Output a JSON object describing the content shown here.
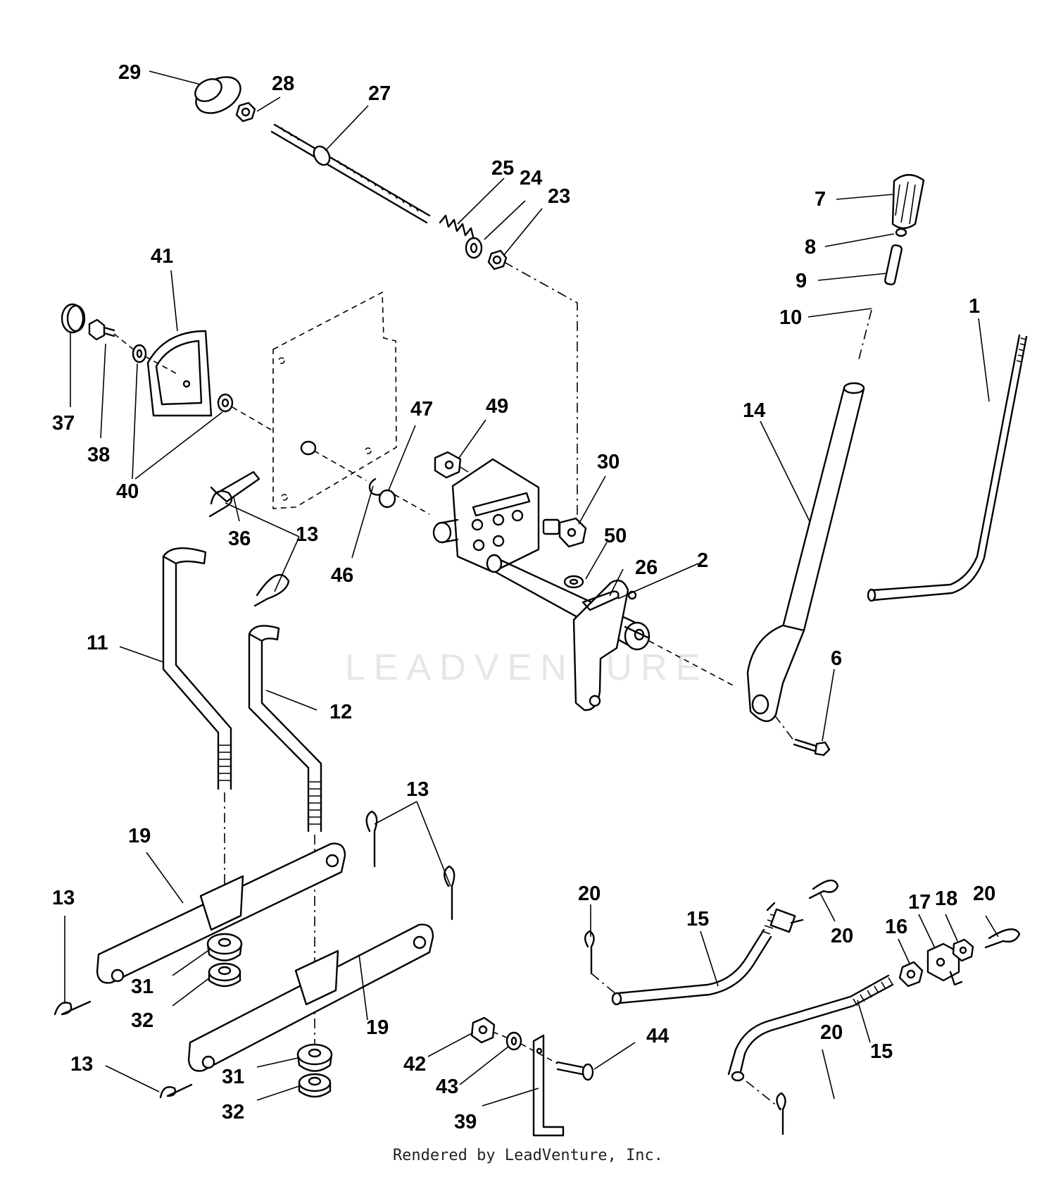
{
  "watermark": "LEADVENTURE",
  "footer": "Rendered by LeadVenture, Inc.",
  "labels": {
    "l29": "29",
    "l28": "28",
    "l27": "27",
    "l25": "25",
    "l24": "24",
    "l23": "23",
    "l7": "7",
    "l8": "8",
    "l9": "9",
    "l10": "10",
    "l1": "1",
    "l14": "14",
    "l41": "41",
    "l37": "37",
    "l38": "38",
    "l40": "40",
    "l36": "36",
    "l47": "47",
    "l49": "49",
    "l30": "30",
    "l50": "50",
    "l26": "26",
    "l2": "2",
    "l46": "46",
    "l13a": "13",
    "l11": "11",
    "l12": "12",
    "l6": "6",
    "l13b": "13",
    "l19a": "19",
    "l13c": "13",
    "l31a": "31",
    "l32a": "32",
    "l19b": "19",
    "l13d": "13",
    "l31b": "31",
    "l32b": "32",
    "l42": "42",
    "l43": "43",
    "l44": "44",
    "l39": "39",
    "l20a": "20",
    "l15a": "15",
    "l20b": "20",
    "l16": "16",
    "l17": "17",
    "l18": "18",
    "l20c": "20",
    "l20d": "20",
    "l15b": "15"
  }
}
